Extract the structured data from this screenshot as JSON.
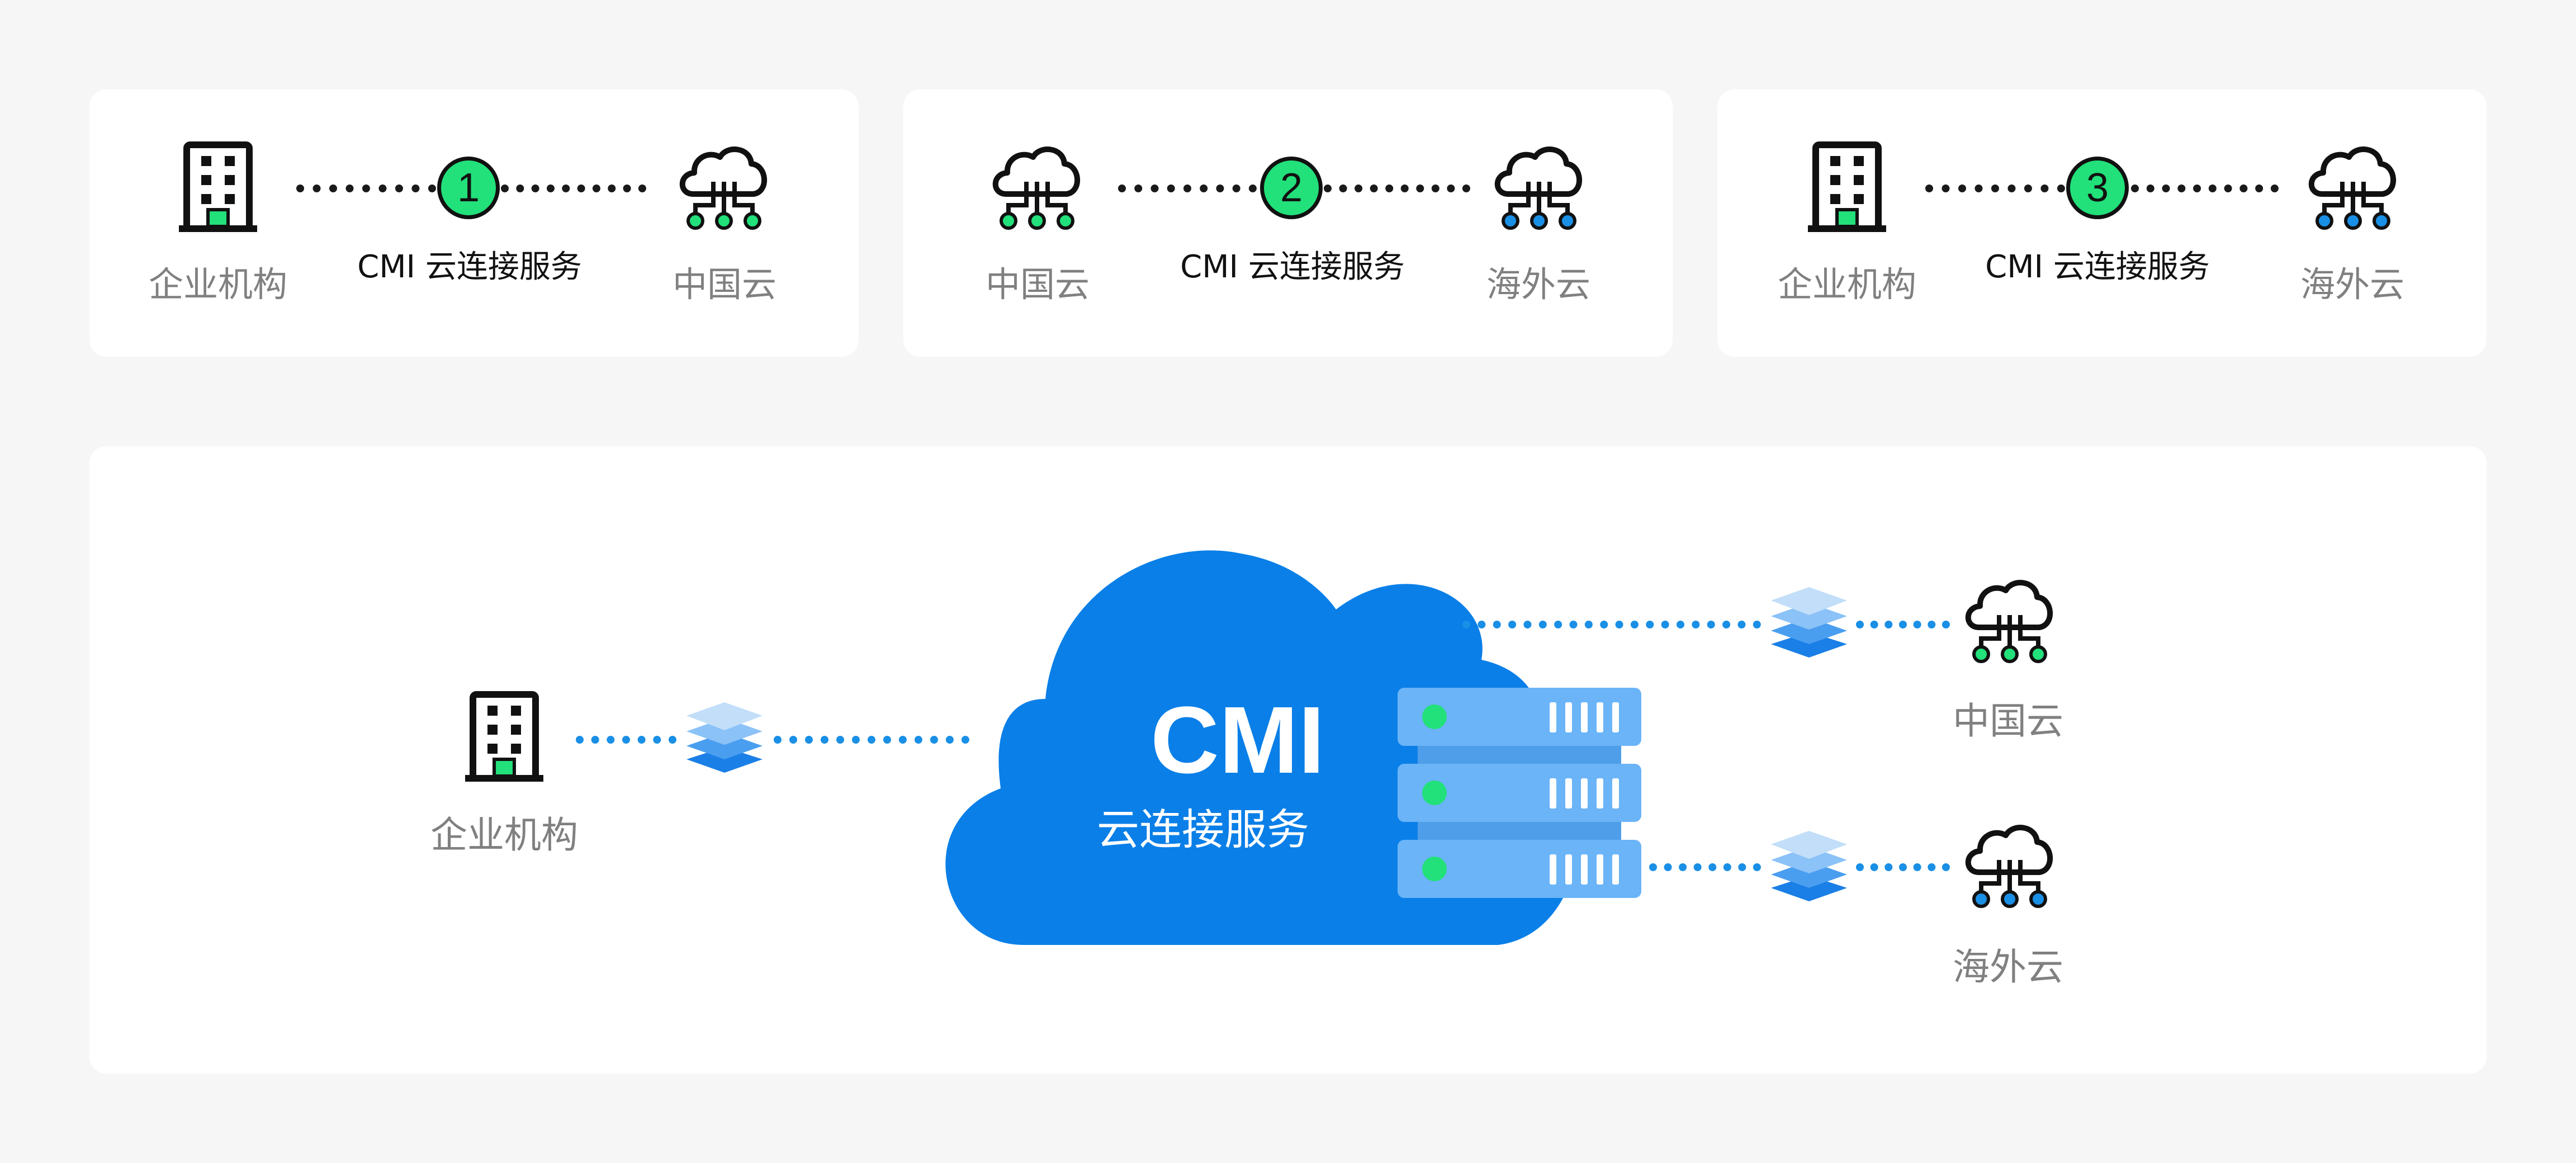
{
  "top_panels": [
    {
      "left_label": "企业机构",
      "service_label": "CMI 云连接服务",
      "step": "1",
      "right_label": "中国云"
    },
    {
      "left_label": "中国云",
      "service_label": "CMI 云连接服务",
      "step": "2",
      "right_label": "海外云"
    },
    {
      "left_label": "企业机构",
      "service_label": "CMI 云连接服务",
      "step": "3",
      "right_label": "海外云"
    }
  ],
  "main": {
    "enterprise_label": "企业机构",
    "cmi_title": "CMI",
    "cmi_subtitle": "云连接服务",
    "china_cloud_label": "中国云",
    "overseas_cloud_label": "海外云"
  },
  "colors": {
    "step_green": "#22e07a",
    "cloud_blue": "#0a7fe8",
    "server_blue": "#6ab4f7",
    "dot_blue": "#1a8fe6",
    "china_cloud_node": "#22e07a",
    "overseas_cloud_node": "#1a8fe6"
  },
  "icons": [
    "building-icon",
    "cloud-network-icon",
    "layers-icon",
    "server-stack-icon"
  ]
}
